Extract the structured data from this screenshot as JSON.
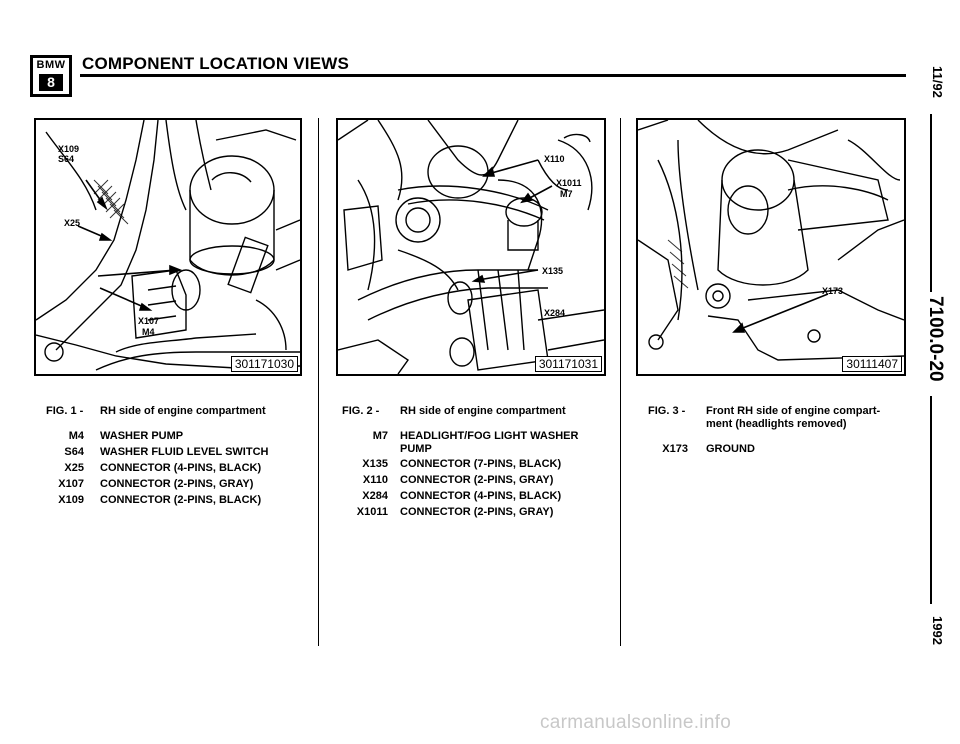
{
  "header": {
    "logo_top": "BMW",
    "logo_bottom": "8",
    "title": "COMPONENT LOCATION VIEWS"
  },
  "side": {
    "date": "11/92",
    "section": "7100.0-20",
    "year": "1992"
  },
  "figures": [
    {
      "number_label": "FIG. 1 -",
      "caption": "RH side of engine compartment",
      "image_code": "301171030",
      "callouts": [
        "X109",
        "S64",
        "X25",
        "X107",
        "M4"
      ],
      "legend": [
        {
          "code": "M4",
          "desc": "WASHER PUMP"
        },
        {
          "code": "S64",
          "desc": "WASHER FLUID LEVEL SWITCH"
        },
        {
          "code": "X25",
          "desc": "CONNECTOR (4-PINS, BLACK)"
        },
        {
          "code": "X107",
          "desc": "CONNECTOR (2-PINS, GRAY)"
        },
        {
          "code": "X109",
          "desc": "CONNECTOR (2-PINS, BLACK)"
        }
      ]
    },
    {
      "number_label": "FIG. 2 -",
      "caption": "RH side of engine compartment",
      "image_code": "301171031",
      "callouts": [
        "X110",
        "X1011",
        "M7",
        "X135",
        "X284"
      ],
      "legend": [
        {
          "code": "M7",
          "desc": "HEADLIGHT/FOG LIGHT WASHER",
          "desc2": "PUMP"
        },
        {
          "code": "X135",
          "desc": "CONNECTOR (7-PINS, BLACK)"
        },
        {
          "code": "X110",
          "desc": "CONNECTOR (2-PINS, GRAY)"
        },
        {
          "code": "X284",
          "desc": "CONNECTOR (4-PINS, BLACK)"
        },
        {
          "code": "X1011",
          "desc": "CONNECTOR (2-PINS, GRAY)"
        }
      ]
    },
    {
      "number_label": "FIG. 3 -",
      "caption": "Front RH side of engine compart-",
      "caption2": "ment (headlights removed)",
      "image_code": "30111407",
      "callouts": [
        "X173"
      ],
      "legend": [
        {
          "code": "X173",
          "desc": "GROUND"
        }
      ]
    }
  ],
  "watermark": "carmanualsonline.info"
}
